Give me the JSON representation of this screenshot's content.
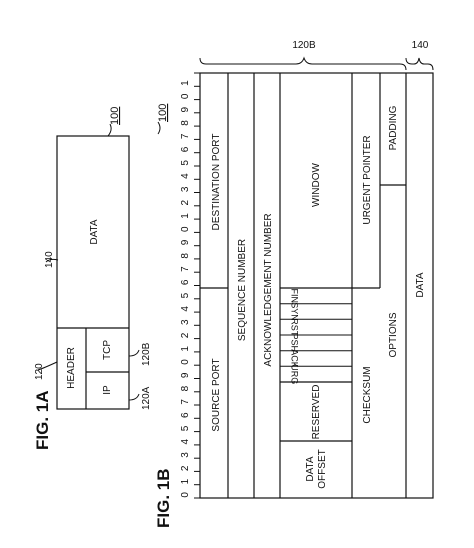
{
  "figures": {
    "fig1a_caption": "FIG. 1A",
    "fig1b_caption": "FIG. 1B",
    "fig1a_ref": "100",
    "fig1b_ref": "100"
  },
  "fig1a": {
    "data_label": "DATA",
    "header_label": "HEADER",
    "ip_label": "IP",
    "tcp_label": "TCP",
    "ref_data": "140",
    "ref_header": "120",
    "ref_ip": "120A",
    "ref_tcp": "120B"
  },
  "fig1b": {
    "bit_labels": [
      "0",
      "1",
      "2",
      "3",
      "4",
      "5",
      "6",
      "7",
      "8",
      "9",
      "0",
      "1",
      "2",
      "3",
      "4",
      "5",
      "6",
      "7",
      "8",
      "9",
      "0",
      "1",
      "2",
      "3",
      "4",
      "5",
      "6",
      "7",
      "8",
      "9",
      "0",
      "1"
    ],
    "ref_header": "120B",
    "ref_data": "140",
    "fields": {
      "source_port": "SOURCE PORT",
      "destination_port": "DESTINATION PORT",
      "sequence_number": "SEQUENCE NUMBER",
      "acknowledgement_number": "ACKNOWLEDGEMENT NUMBER",
      "data_offset_line1": "DATA",
      "data_offset_line2": "OFFSET",
      "reserved": "RESERVED",
      "flags": [
        "URG",
        "ACK",
        "PSH",
        "RST",
        "SYN",
        "FIN"
      ],
      "window": "WINDOW",
      "checksum": "CHECKSUM",
      "urgent_pointer": "URGENT POINTER",
      "options": "OPTIONS",
      "padding": "PADDING",
      "data": "DATA"
    }
  }
}
